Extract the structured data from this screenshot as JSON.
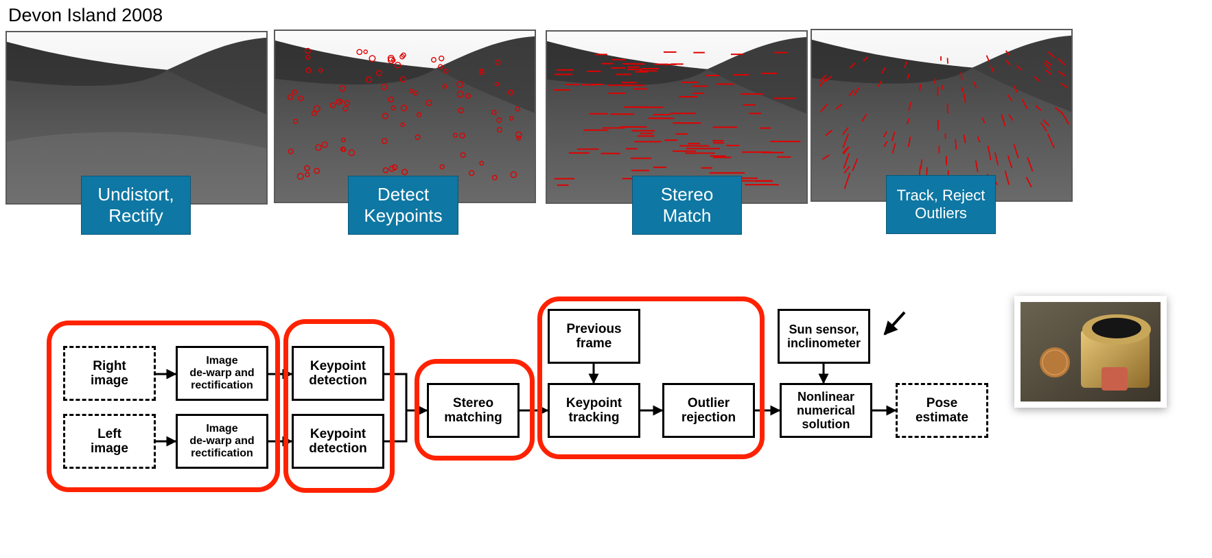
{
  "title": "Devon Island 2008",
  "photo_captions": [
    "Undistort,\nRectify",
    "Detect\nKeypoints",
    "Stereo\nMatch",
    "Track, Reject\nOutliers"
  ],
  "boxes": {
    "right_image": "Right\nimage",
    "left_image": "Left\nimage",
    "dewarp_top": "Image\nde-warp and\nrectification",
    "dewarp_bottom": "Image\nde-warp and\nrectification",
    "keypoint_top": "Keypoint\ndetection",
    "keypoint_bottom": "Keypoint\ndetection",
    "stereo": "Stereo\nmatching",
    "previous_frame": "Previous\nframe",
    "tracking": "Keypoint\ntracking",
    "outlier": "Outlier\nrejection",
    "sun_sensor": "Sun sensor,\ninclinometer",
    "nonlinear": "Nonlinear\nnumerical\nsolution",
    "pose": "Pose\nestimate"
  },
  "colors": {
    "caption_bg": "#0e77a3",
    "group_outline": "#ff2200",
    "feature_red": "#e00000"
  }
}
